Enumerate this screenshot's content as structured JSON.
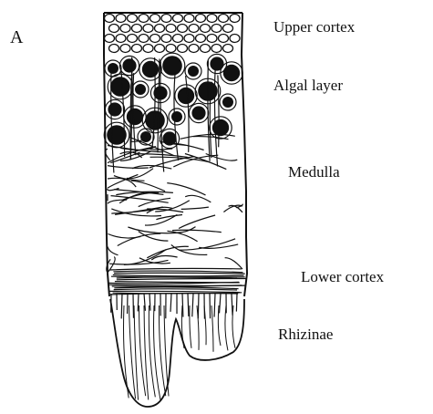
{
  "figure": {
    "panel_letter": "A",
    "labels": {
      "upper_cortex": "Upper cortex",
      "algal_layer": "Algal layer",
      "medulla": "Medulla",
      "lower_cortex": "Lower cortex",
      "rhizinae": "Rhizinae"
    }
  }
}
